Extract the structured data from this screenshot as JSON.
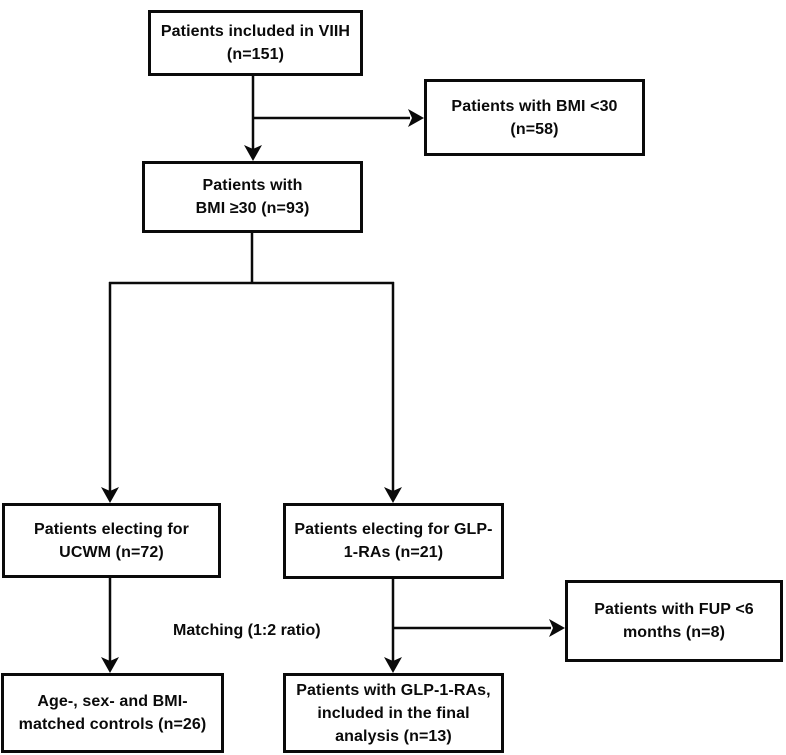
{
  "diagram": {
    "type": "patient-flowchart",
    "boxes": {
      "viih": {
        "lines": [
          "Patients included in VIIH",
          "(n=151)"
        ]
      },
      "bmi_lt30": {
        "lines": [
          "Patients with BMI <30",
          "(n=58)"
        ]
      },
      "bmi_ge30": {
        "lines": [
          "Patients with",
          "BMI ≥30 (n=93)"
        ]
      },
      "ucwm": {
        "lines": [
          "Patients electing for",
          "UCWM (n=72)"
        ]
      },
      "glp1": {
        "lines": [
          "Patients electing for GLP-",
          "1-RAs (n=21)"
        ]
      },
      "fup": {
        "lines": [
          "Patients with FUP <6",
          "months (n=8)"
        ]
      },
      "controls": {
        "lines": [
          "Age-, sex- and BMI-",
          "matched controls (n=26)"
        ]
      },
      "final": {
        "lines": [
          "Patients with GLP-1-RAs,",
          "included in the final",
          "analysis (n=13)"
        ]
      }
    },
    "labels": {
      "matching": "Matching (1:2 ratio)"
    },
    "colors": {
      "box_border": "#0a0a0a",
      "text": "#0a0a0a",
      "connector": "#0a0a0a",
      "background": "#ffffff"
    }
  }
}
